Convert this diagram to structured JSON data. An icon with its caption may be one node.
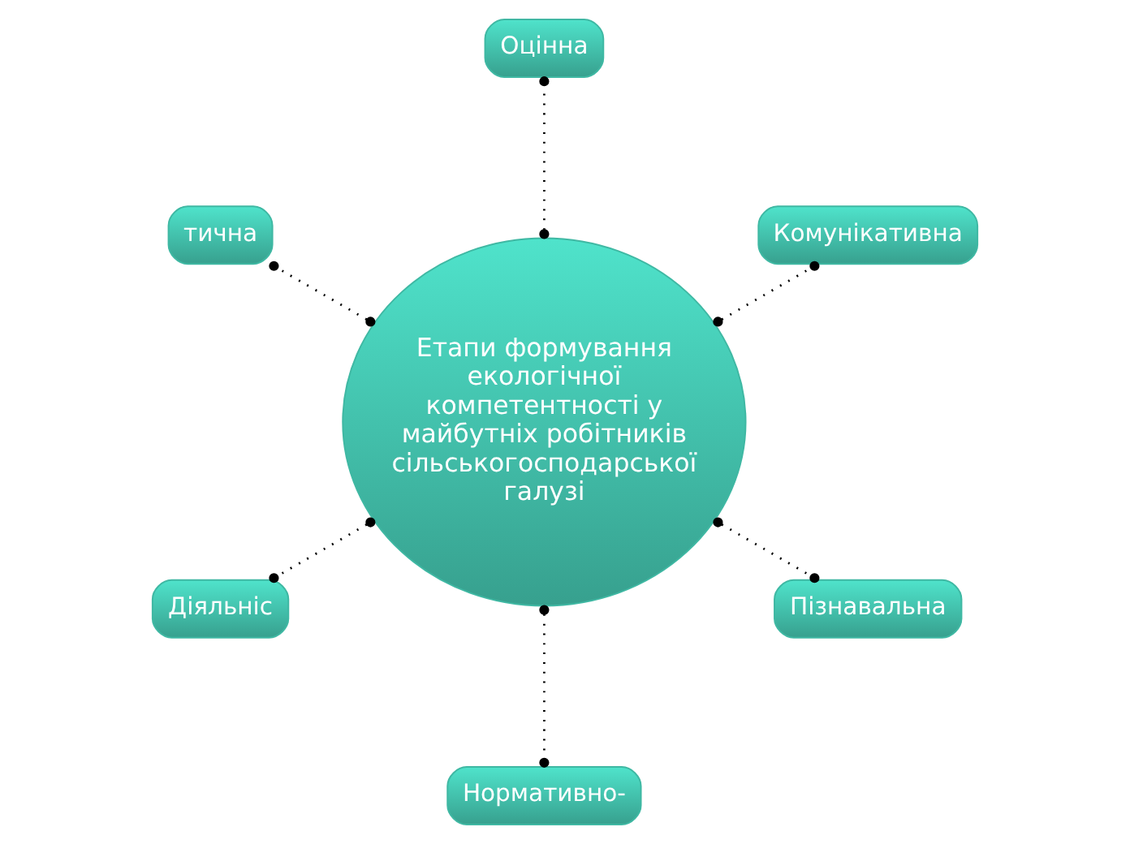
{
  "diagram": {
    "nodes": [
      {
        "text": [
          "Етапи формування екологічної компетентності у майбутніх робітників сільськогосподарської галузі"
        ]
      },
      {
        "text": [
          "Комунікативна"
        ]
      },
      {
        "text": [
          "Оцінна"
        ]
      },
      {
        "text": [
          "тична"
        ]
      },
      {
        "text": [
          "Діяльніс"
        ]
      },
      {
        "text": [
          "Нормативно-"
        ]
      },
      {
        "text": [
          "Пізнавальна"
        ]
      }
    ],
    "edges": [
      {
        "from": 0,
        "to": 1,
        "arrow": "other",
        "style": "dashed"
      },
      {
        "from": 0,
        "to": 2,
        "arrow": "other",
        "style": "dashed"
      },
      {
        "from": 0,
        "to": 3,
        "arrow": "other",
        "style": "dashed"
      },
      {
        "from": 0,
        "to": 4,
        "arrow": "other",
        "style": "dashed"
      },
      {
        "from": 0,
        "to": 5,
        "arrow": "other",
        "style": "dashed"
      },
      {
        "from": 0,
        "to": 6,
        "arrow": "other",
        "style": "dashed"
      }
    ]
  }
}
